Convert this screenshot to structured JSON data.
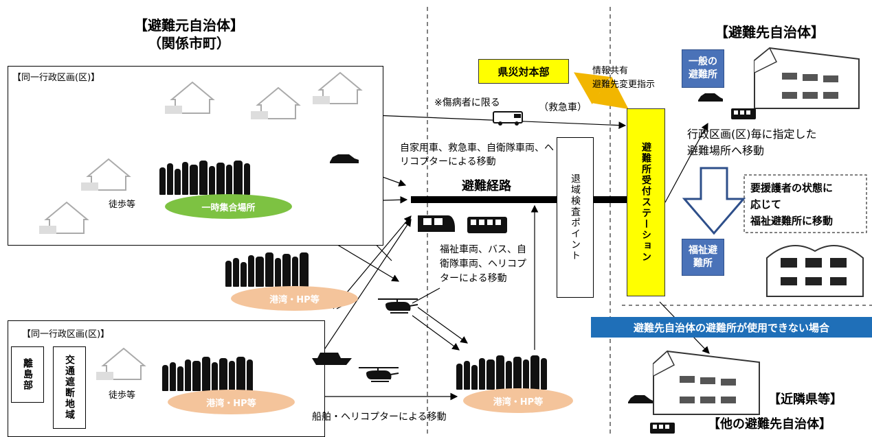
{
  "left_region": {
    "title_line1": "【避難元自治体】",
    "title_line2": "（関係市町）",
    "box1_label": "【同一行政区画(区)】",
    "box2_label": "【同一行政区画(区)】",
    "walk_label_1": "徒歩等",
    "walk_label_2": "徒歩等",
    "island": "離島部",
    "blocked_area": "交通遮断地域"
  },
  "assembly": {
    "temporary": "一時集合場所",
    "port_1": "港湾・HP等",
    "port_2": "港湾・HP等",
    "port_3": "港湾・HP等"
  },
  "center_region": {
    "injured_only": "※傷病者に限る",
    "ambulance": "（救急車）",
    "vehicles": "自家用車、救急車、自衛隊車両、ヘリコプターによる移動",
    "route": "避難経路",
    "welfare_vehicles": "福祉車両、バス、自衛隊車両、ヘリコプターによる移動",
    "ship_heli": "船舶・ヘリコプターによる移動",
    "inspection": "退域検査ポイント",
    "reception": "避難所受付ステーション",
    "hq": "県災対本部",
    "info_share_1": "情報共有",
    "info_share_2": "避難先変更指示"
  },
  "right_region": {
    "title": "【避難先自治体】",
    "general_shelter": "一般の避難所",
    "move_text_1": "行政区画(区)毎に指定した",
    "move_text_2": "避難場所へ移動",
    "care_text_1": "要援護者の状態に",
    "care_text_2": "応じて",
    "care_text_3": "福祉避難所に移動",
    "welfare_shelter": "福祉避難所",
    "unavailable": "避難先自治体の避難所が使用できない場合",
    "neighbor": "【近隣県等】",
    "other": "【他の避難先自治体】"
  },
  "colors": {
    "assembly_green": "#7dc242",
    "port_orange": "#f4c49b",
    "shelter_blue": "#4a72b8",
    "banner_blue": "#1f6fb8",
    "station_yellow": "#ffff00"
  }
}
